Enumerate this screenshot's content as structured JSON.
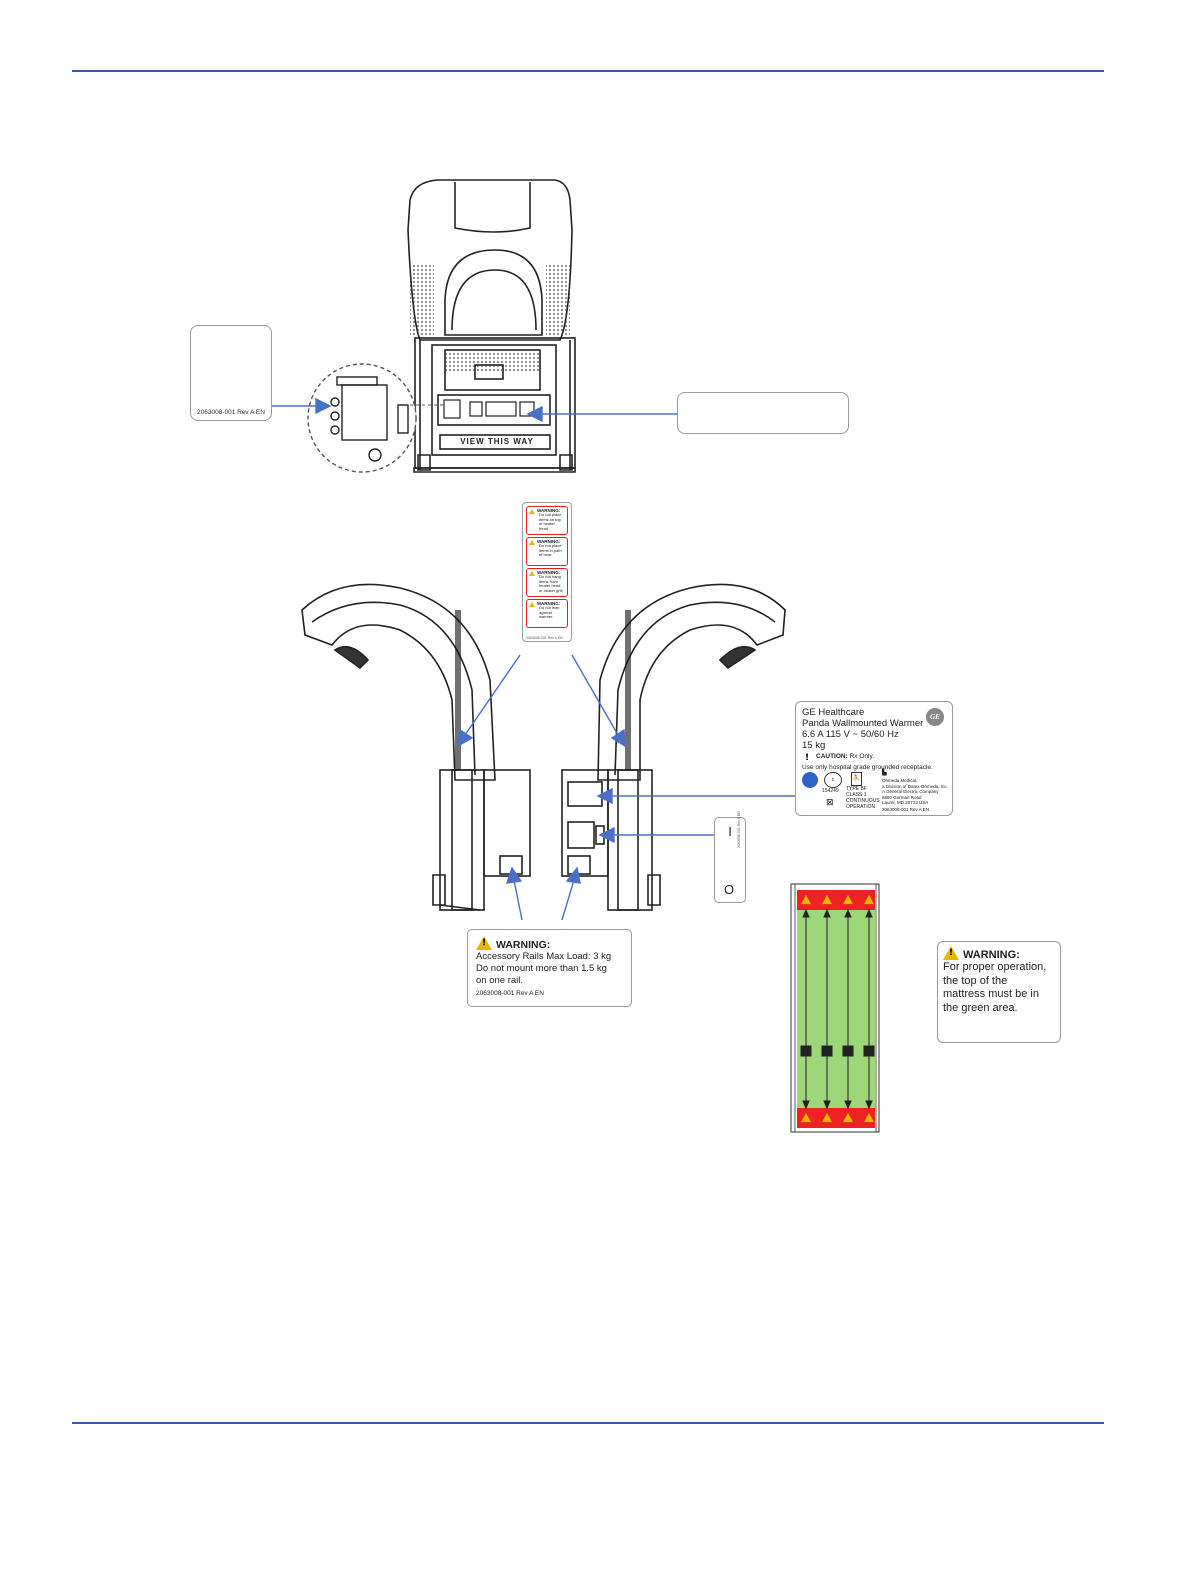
{
  "small_label": {
    "part": "2063008-001 Rev A EN"
  },
  "panel_label": {
    "text": "VIEW THIS WAY"
  },
  "heater_warnings": [
    {
      "title": "WARNING:",
      "text": "Do not place items on top of heater head."
    },
    {
      "title": "WARNING:",
      "text": "Do not place items in path of heat."
    },
    {
      "title": "WARNING:",
      "text": "Do not hang items from heater head or heater grill."
    },
    {
      "title": "WARNING:",
      "text": "Do not lean against warmer."
    }
  ],
  "heater_warnings_part": "2063008-001 Rev A EN",
  "rating_label": {
    "brand": "GE Healthcare",
    "product": "Panda Wallmounted Warmer",
    "electrical": "6.6 A 115 V ~ 50/60 Hz",
    "weight": "15 kg",
    "caution_word": "CAUTION:",
    "caution_text": "Rx Only.",
    "usage": "Use only hospital grade grounded receptacle.",
    "cert_number": "154249",
    "type_bf": "TYPE BF",
    "class": "CLASS 1",
    "continuous": "CONTINUOUS",
    "operation": "OPERATION",
    "manufacturer": [
      "Ohmeda Medical,",
      "a Division of Datex-Ohmeda, Inc.",
      "A General Electric Company",
      "8880 Gorman Road",
      "Laurel, MD 20723 USA"
    ],
    "part": "2063008-001 Rev A EN",
    "logo": "GE"
  },
  "switch_label": {
    "on": "I",
    "off": "O",
    "part": "2063008-001 Rev A EN"
  },
  "rail_warning": {
    "title": "WARNING:",
    "line1": "Accessory Rails Max Load:  3 kg",
    "line2": "Do not mount more than 1.5 kg",
    "line3": "on one rail.",
    "part": "2063008-001 Rev A EN"
  },
  "mattress_warning": {
    "title": "WARNING:",
    "lines": [
      "For proper operation,",
      "the top of the",
      "mattress must be in",
      "the green area."
    ]
  },
  "colors": {
    "rule": "#3a5aa8",
    "arrow": "#4a6fc7",
    "warn_red": "#e02020",
    "zone_green": "#9ed67a",
    "zone_red": "#ee2222",
    "warn_yellow": "#e6b800"
  }
}
